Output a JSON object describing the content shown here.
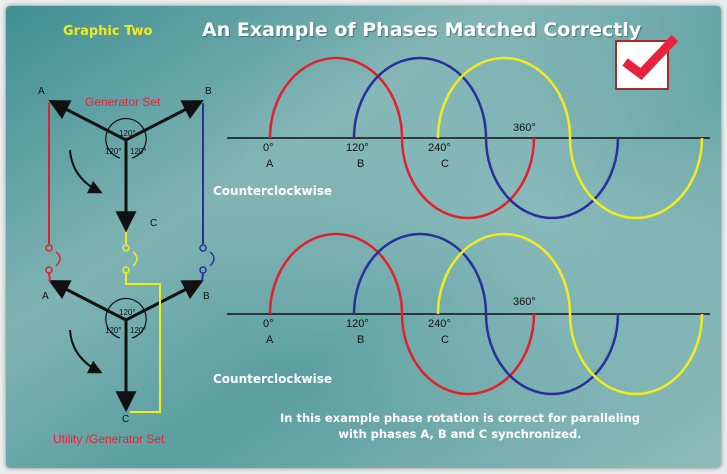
{
  "header": {
    "graphic_label": "Graphic Two",
    "title": "An Example of Phases Matched Correctly"
  },
  "icons": {
    "check": "check-mark-icon"
  },
  "colors": {
    "phase_a": "#e41f2c",
    "phase_b": "#2a2f9b",
    "phase_c": "#f2ec1d",
    "background": "#5a9ea0",
    "title_yellow": "#f1ea20"
  },
  "generator": {
    "label": "Generator Set",
    "node_a": "A",
    "node_b": "B",
    "node_c": "C",
    "angle_top": "120°",
    "angle_left": "120°",
    "angle_right": "120°"
  },
  "utility": {
    "label": "Utility /Generator Set",
    "node_a": "A",
    "node_b": "B",
    "node_c": "C",
    "angle_top": "120°",
    "angle_left": "120°",
    "angle_right": "120°"
  },
  "waves": [
    {
      "deg_0": "0°",
      "deg_120": "120°",
      "deg_240": "240°",
      "deg_360": "360°",
      "phase_a": "A",
      "phase_b": "B",
      "phase_c": "C",
      "rotation": "Counterclockwise"
    },
    {
      "deg_0": "0°",
      "deg_120": "120°",
      "deg_240": "240°",
      "deg_360": "360°",
      "phase_a": "A",
      "phase_b": "B",
      "phase_c": "C",
      "rotation": "Counterclockwise"
    }
  ],
  "note": "In this example phase rotation is correct for paralleling with phases A, B and C synchronized."
}
